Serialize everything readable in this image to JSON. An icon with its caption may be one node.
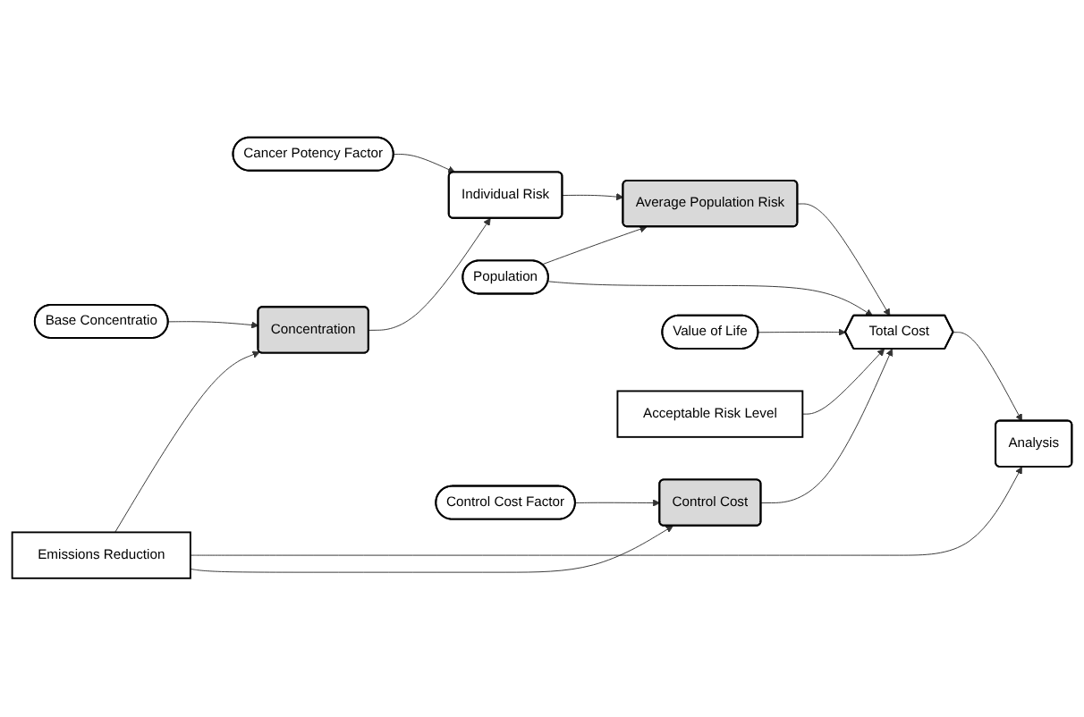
{
  "diagram": {
    "nodes": [
      {
        "text": [
          "Base Concentratio"
        ]
      },
      {
        "text": [
          "Cancer Potency Factor"
        ]
      },
      {
        "text": [
          "Emissions Reduction"
        ]
      },
      {
        "text": [
          "Concentration"
        ]
      },
      {
        "text": [
          "Individual Risk"
        ]
      },
      {
        "text": [
          "Average Population Risk"
        ]
      },
      {
        "text": [
          "Analysis"
        ]
      },
      {
        "text": [
          "Control Cost"
        ]
      },
      {
        "text": [
          "Total Cost"
        ]
      },
      {
        "text": [
          "Population"
        ]
      },
      {
        "text": [
          "Value of Life"
        ]
      },
      {
        "text": [
          "Acceptable Risk Level"
        ]
      },
      {
        "text": [
          "Control Cost Factor"
        ]
      }
    ],
    "edges": [
      {
        "from": 0,
        "to": 3,
        "arrow": "to"
      },
      {
        "from": 1,
        "to": 4,
        "arrow": "to"
      },
      {
        "from": 2,
        "to": 3,
        "arrow": "to"
      },
      {
        "from": 3,
        "to": 4,
        "arrow": "to"
      },
      {
        "from": 4,
        "to": 5,
        "arrow": "to"
      },
      {
        "from": 2,
        "to": 6,
        "arrow": "to"
      },
      {
        "from": 2,
        "to": 7,
        "arrow": "to"
      },
      {
        "from": 5,
        "to": 8,
        "arrow": "to"
      },
      {
        "from": 9,
        "to": 5,
        "arrow": "to"
      },
      {
        "from": 8,
        "to": 6,
        "arrow": "to"
      },
      {
        "from": 7,
        "to": 8,
        "arrow": "to"
      },
      {
        "from": 9,
        "to": 8,
        "arrow": "to"
      },
      {
        "from": 10,
        "to": 8,
        "arrow": "to"
      },
      {
        "from": 11,
        "to": 8,
        "arrow": "to"
      },
      {
        "from": 12,
        "to": 7,
        "arrow": "to"
      }
    ]
  }
}
